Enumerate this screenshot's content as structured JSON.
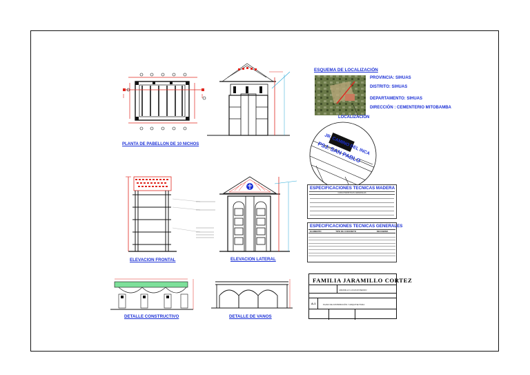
{
  "labels": {
    "planta": "PLANTA DE PABELLON DE 10 NICHOS",
    "elev_frontal": "ELEVACION FRONTAL",
    "elev_lateral": "ELEVACION LATERAL",
    "detalle_constructivo": "DETALLE CONSTRUCTIVO",
    "detalle_vanos": "DETALLE DE VANOS"
  },
  "location": {
    "title": "ESQUEMA DE LOCALIZACIÓN",
    "provincia": "PROVINCIA: SIHUAS",
    "distrito": "DISTRITO: SIHUAS",
    "departamento": "DEPARTAMENTO: SIHUAS",
    "direccion": "DIRECCIÓN : CEMENTERIO MITOBAMBA",
    "localizacion": "LOCALIZACIÓN",
    "road": "JR. CAMINO DEL INCA",
    "street": "PSJ. SAN PABLO"
  },
  "spec_madera": {
    "title": "ESPECIFICACIONES TECNICAS MADERA",
    "subtitle": "CARACTERISTICAS GENERALES"
  },
  "spec_generales": {
    "title": "ESPECIFICACIONES TECNICAS GENERALES",
    "headers": [
      "ELEMENTO",
      "TIPO DE CONCRETO",
      "RECUBRIM."
    ]
  },
  "title_block": {
    "family": "FAMILIA JARAMILLO CORTEZ",
    "sheet": "A-1",
    "plan": "PLANO DE DISTRIBUCIÓN Y ARQUITECTURA",
    "owner": "JARAMILLO LUCAS ROSENDO"
  },
  "colors": {
    "accent_blue": "#1a2fd6",
    "red": "#e0261e",
    "cyan": "#22a6d6",
    "green": "#7de09a"
  }
}
